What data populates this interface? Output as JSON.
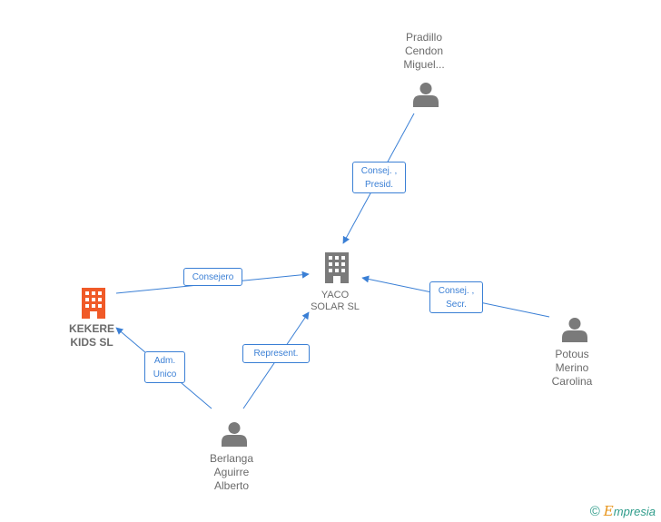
{
  "nodes": {
    "pradillo": {
      "lines": [
        "Pradillo",
        "Cendon",
        "Miguel..."
      ],
      "type": "person"
    },
    "yaco": {
      "lines": [
        "YACO",
        "SOLAR  SL"
      ],
      "type": "company"
    },
    "kekere": {
      "lines": [
        "KEKERE",
        "KIDS  SL"
      ],
      "type": "company-focus"
    },
    "potous": {
      "lines": [
        "Potous",
        "Merino",
        "Carolina"
      ],
      "type": "person"
    },
    "berlanga": {
      "lines": [
        "Berlanga",
        "Aguirre",
        "Alberto"
      ],
      "type": "person"
    }
  },
  "edges": {
    "consej_presid": {
      "lines": [
        "Consej. ,",
        "Presid."
      ]
    },
    "consejero": {
      "lines": [
        "Consejero"
      ]
    },
    "consej_secr": {
      "lines": [
        "Consej. ,",
        "Secr."
      ]
    },
    "adm_unico": {
      "lines": [
        "Adm.",
        "Unico"
      ]
    },
    "represent": {
      "lines": [
        "Represent."
      ]
    }
  },
  "colors": {
    "edge": "#3a7fd5",
    "person_icon": "#7a7a7a",
    "company_icon": "#7a7a7a",
    "focus_company_icon": "#f05a28"
  },
  "footer": {
    "copyright": "©",
    "brand_first": "E",
    "brand_rest": "mpresia"
  }
}
